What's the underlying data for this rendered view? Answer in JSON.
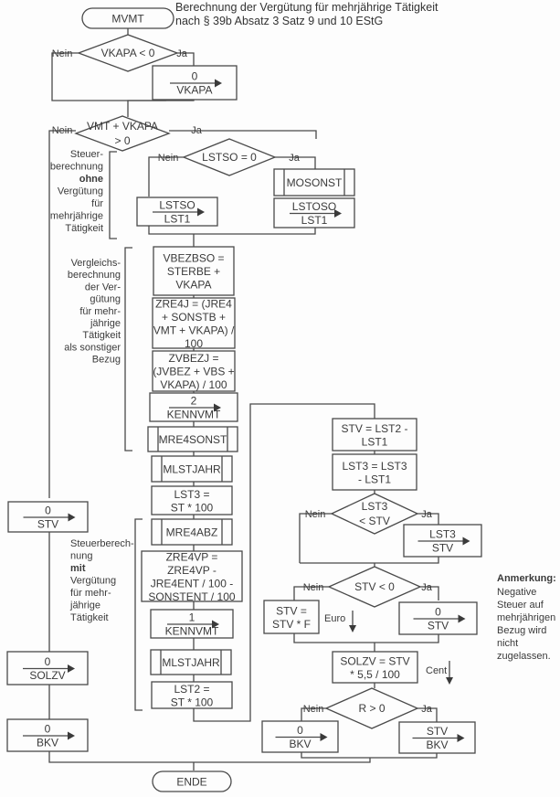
{
  "title": {
    "line1": "Berechnung der Vergütung für mehrjährige Tätigkeit",
    "line2": "nach § 39b Absatz 3 Satz 9 und 10 EStG"
  },
  "labels": {
    "yes": "Ja",
    "no": "Nein"
  },
  "start": "MVMT",
  "end": "ENDE",
  "decisions": {
    "vkapa_lt_0": [
      "VKAPA < 0"
    ],
    "vmt_vkapa_gt_0": [
      "VMT + VKAPA",
      "> 0"
    ],
    "lstso_eq_0": [
      "LSTSO = 0"
    ],
    "lst3_lt_stv": [
      "LST3",
      "< STV"
    ],
    "stv_lt_0": [
      "STV < 0"
    ],
    "r_gt_0": [
      "R > 0"
    ]
  },
  "assignments": {
    "zero_vkapa": {
      "value": "0",
      "target": "VKAPA"
    },
    "lstso_lst1": {
      "value": "LSTSO",
      "target": "LST1"
    },
    "lstoso_lst1": {
      "value": "LSTOSO",
      "target": "LST1"
    },
    "two_kennvmt": {
      "value": "2",
      "target": "KENNVMT"
    },
    "one_kennvmt": {
      "value": "1",
      "target": "KENNVMT"
    },
    "zero_stv_left": {
      "value": "0",
      "target": "STV"
    },
    "zero_solzv": {
      "value": "0",
      "target": "SOLZV"
    },
    "zero_bkv_left": {
      "value": "0",
      "target": "BKV"
    },
    "lst3_stv": {
      "value": "LST3",
      "target": "STV"
    },
    "zero_stv_right": {
      "value": "0",
      "target": "STV"
    },
    "zero_bkv_right": {
      "value": "0",
      "target": "BKV"
    },
    "stv_bkv": {
      "value": "STV",
      "target": "BKV"
    }
  },
  "calculations": {
    "vbezbso": [
      "VBEZBSO =",
      "STERBE +",
      "VKAPA"
    ],
    "zre4j": [
      "ZRE4J = (JRE4",
      "+ SONSTB +",
      "VMT + VKAPA) /",
      "100"
    ],
    "zvbezj": [
      "ZVBEZJ =",
      "(JVBEZ + VBS +",
      "VKAPA) / 100"
    ],
    "lst3_st": [
      "LST3 =",
      "ST * 100"
    ],
    "zre4vp": [
      "ZRE4VP =",
      "ZRE4VP -",
      "JRE4ENT / 100 -",
      "SONSTENT / 100"
    ],
    "lst2_st": [
      "LST2 =",
      "ST * 100"
    ],
    "stv_diff": [
      "STV = LST2 -",
      "LST1"
    ],
    "lst3_diff": [
      "LST3 = LST3",
      "- LST1"
    ],
    "stv_f": [
      "STV =",
      "STV * F"
    ],
    "solzv": [
      "SOLZV = STV",
      "* 5,5 / 100"
    ]
  },
  "subroutines": {
    "mosonst": "MOSONST",
    "mre4sonst": "MRE4SONST",
    "mlstjahr1": "MLSTJAHR",
    "mre4abz": "MRE4ABZ",
    "mlstjahr2": "MLSTJAHR"
  },
  "rounding": {
    "euro": "Euro",
    "cent": "Cent"
  },
  "annotations": {
    "ohne": [
      "Steuer-",
      "berechnung",
      "ohne",
      "Vergütung",
      "für",
      "mehrjährige",
      "Tätigkeit"
    ],
    "vergleich": [
      "Vergleichs-",
      "berechnung",
      "der Ver-",
      "gütung",
      "für mehr-",
      "jährige",
      "Tätigkeit",
      "als sonstiger",
      "Bezug"
    ],
    "mit": [
      "Steuerberech-",
      "nung",
      "mit",
      "Vergütung",
      "für mehr-",
      "jährige",
      "Tätigkeit"
    ]
  },
  "note": {
    "heading": "Anmerkung:",
    "lines": [
      "Negative",
      "Steuer auf",
      "mehrjährigen",
      "Bezug wird",
      "nicht",
      "zugelassen."
    ]
  }
}
